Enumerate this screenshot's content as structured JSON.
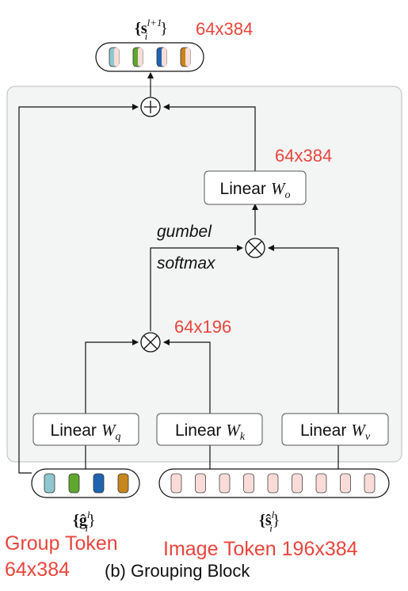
{
  "top_set": {
    "base": "{s",
    "sup": "l+1",
    "sub": "i",
    "close": "}"
  },
  "top_dim": "64x384",
  "wo_dim": "64x384",
  "attn_dim": "64x196",
  "linear_o": {
    "word": "Linear",
    "w": "W",
    "sub": "o"
  },
  "linear_q": {
    "word": "Linear",
    "w": "W",
    "sub": "q"
  },
  "linear_k": {
    "word": "Linear",
    "w": "W",
    "sub": "k"
  },
  "linear_v": {
    "word": "Linear",
    "w": "W",
    "sub": "v"
  },
  "gumbel": "gumbel",
  "softmax": "softmax",
  "group_set": {
    "base": "{ĝ",
    "sup": "l",
    "sub": "i",
    "close": "}"
  },
  "image_set": {
    "base": "{ŝ",
    "sup": "l",
    "sub": "i",
    "close": "}"
  },
  "group_token_label": "Group Token",
  "group_token_dim": "64x384",
  "image_token_label": "Image Token 196x384",
  "caption": "(b) Grouping Block",
  "colors": {
    "teal": "#8ec7cf",
    "green": "#5fa72e",
    "blue": "#1f64b0",
    "orange": "#c7861d",
    "pink": "#f9dcd8",
    "accent_red": "#e8453c"
  }
}
